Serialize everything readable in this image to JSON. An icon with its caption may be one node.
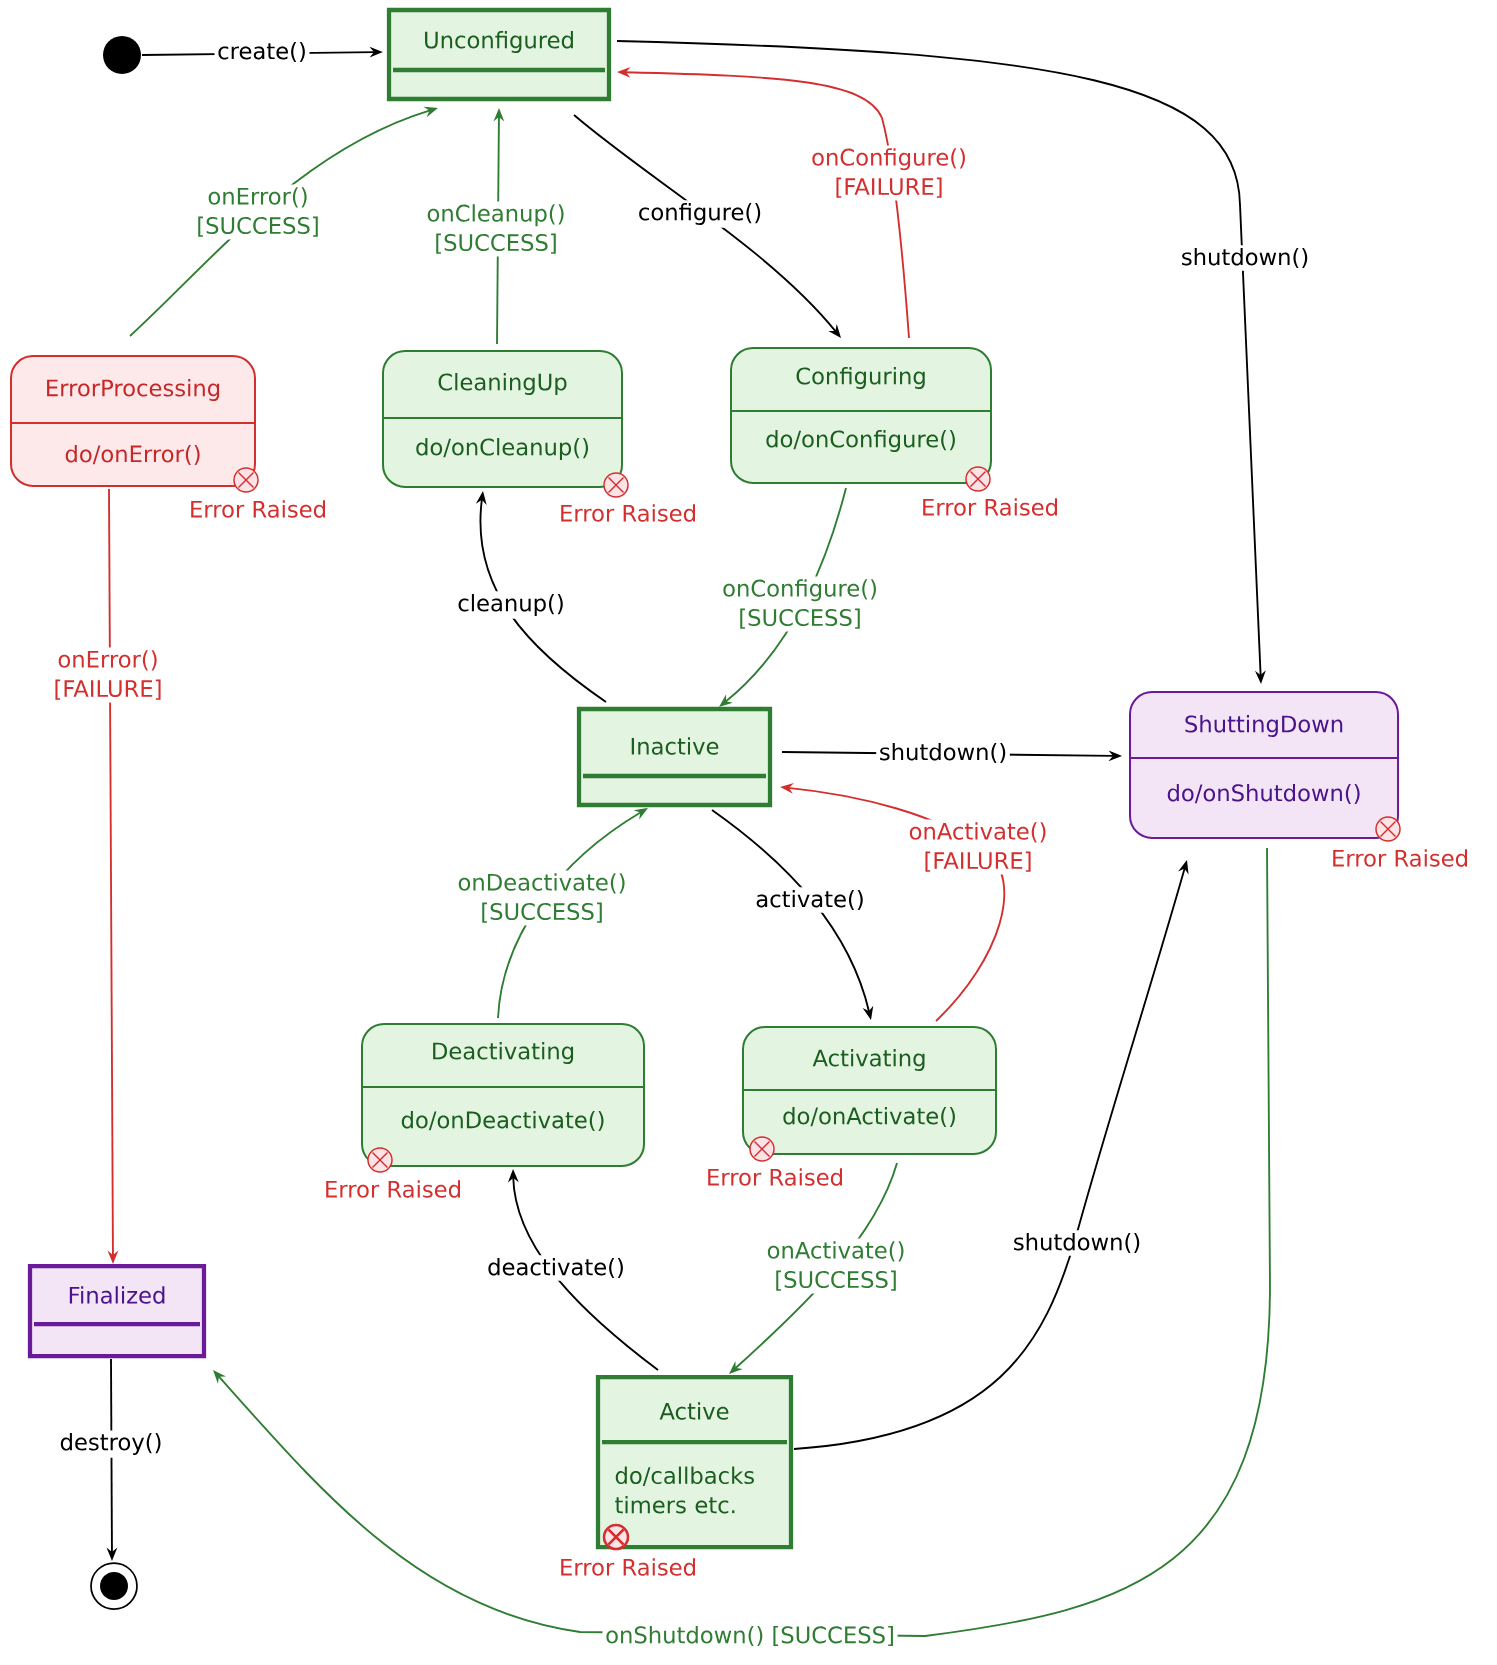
{
  "diagram": {
    "nodes": [
      {
        "text": [],
        "shape": "circle"
      },
      {
        "text": [
          "Unconfigured"
        ]
      },
      {
        "text": [
          "ErrorProcessing",
          "do/onError()"
        ],
        "beside": [
          "Error Raised"
        ]
      },
      {
        "text": [
          "CleaningUp",
          "do/onCleanup()"
        ],
        "beside": [
          "Error Raised"
        ]
      },
      {
        "text": [
          "Configuring",
          "do/onConfigure()"
        ],
        "beside": [
          "Error Raised"
        ]
      },
      {
        "text": [
          "Inactive"
        ]
      },
      {
        "text": [
          "ShuttingDown",
          "do/onShutdown()"
        ],
        "beside": [
          "Error Raised"
        ]
      },
      {
        "text": [
          "Deactivating",
          "do/onDeactivate()"
        ],
        "beside": [
          "Error Raised"
        ]
      },
      {
        "text": [
          "Activating",
          "do/onActivate()"
        ],
        "beside": [
          "Error Raised"
        ]
      },
      {
        "text": [
          "Finalized"
        ]
      },
      {
        "text": [
          "Active",
          "do/callbacks timers etc."
        ],
        "beside": [
          "Error Raised"
        ]
      },
      {
        "text": [],
        "shape": "circle"
      }
    ],
    "edges": [
      {
        "from": 0,
        "to": 1,
        "arrow": "to",
        "label": "create()"
      },
      {
        "from": 1,
        "to": 6,
        "arrow": "to",
        "label": "shutdown()"
      },
      {
        "from": 4,
        "to": 1,
        "arrow": "to",
        "label": "onConfigure() [FAILURE]",
        "color": "#d32f2f"
      },
      {
        "from": 2,
        "to": 1,
        "arrow": "to",
        "label": "onError() [SUCCESS]",
        "color": "#2e7d32"
      },
      {
        "from": 3,
        "to": 1,
        "arrow": "to",
        "label": "onCleanup() [SUCCESS]",
        "color": "#2e7d32"
      },
      {
        "from": 1,
        "to": 4,
        "arrow": "to",
        "label": "configure()"
      },
      {
        "from": 5,
        "to": 3,
        "arrow": "to",
        "label": "cleanup()"
      },
      {
        "from": 4,
        "to": 5,
        "arrow": "to",
        "label": "onConfigure() [SUCCESS]",
        "color": "#2e7d32"
      },
      {
        "from": 5,
        "to": 6,
        "arrow": "to",
        "label": "shutdown()"
      },
      {
        "from": 8,
        "to": 5,
        "arrow": "to",
        "label": "onActivate() [FAILURE]",
        "color": "#d32f2f"
      },
      {
        "from": 5,
        "to": 8,
        "arrow": "to",
        "label": "activate()"
      },
      {
        "from": 7,
        "to": 5,
        "arrow": "to",
        "label": "onDeactivate() [SUCCESS]",
        "color": "#2e7d32"
      },
      {
        "from": 2,
        "to": 9,
        "arrow": "to",
        "label": "onError() [FAILURE]",
        "color": "#d32f2f"
      },
      {
        "from": 10,
        "to": 7,
        "arrow": "to",
        "label": "deactivate()"
      },
      {
        "from": 8,
        "to": 10,
        "arrow": "to",
        "label": "onActivate() [SUCCESS]",
        "color": "#2e7d32"
      },
      {
        "from": 10,
        "to": 6,
        "arrow": "to",
        "label": "shutdown()"
      },
      {
        "from": 6,
        "to": 9,
        "arrow": "to",
        "label": "onShutdown() [SUCCESS]",
        "color": "#2e7d32"
      },
      {
        "from": 9,
        "to": 11,
        "arrow": "to",
        "label": "destroy()"
      }
    ]
  }
}
